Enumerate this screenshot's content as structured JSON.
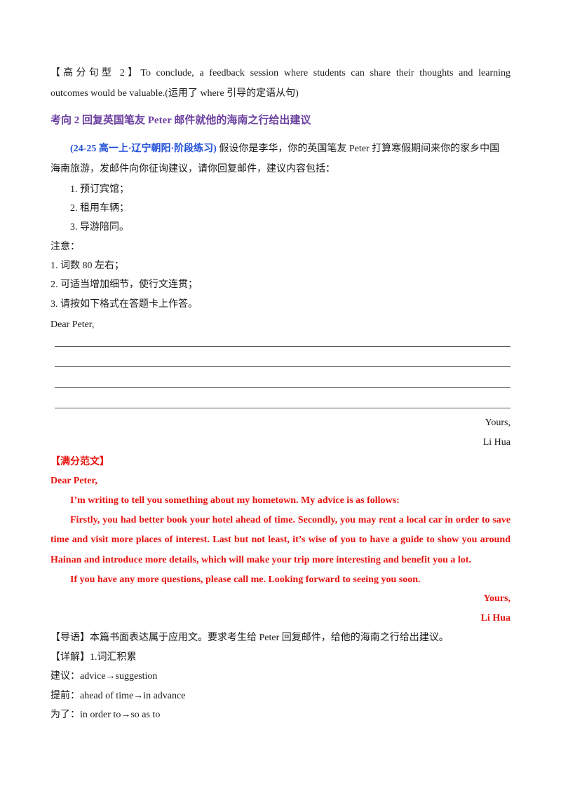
{
  "sentence_pattern": {
    "line1": "【高分句型 2】To conclude, a feedback session where students can share their thoughts and learning",
    "line2": "outcomes would be valuable.(运用了 where 引导的定语从句)"
  },
  "section_heading": "考向 2  回复英国笔友 Peter 邮件就他的海南之行给出建议",
  "task": {
    "source": "(24-25 高一上·辽宁朝阳·阶段练习)",
    "line1_rest": " 假设你是李华，你的英国笔友 Peter 打算寒假期间来你的家乡中国",
    "line2": "海南旅游，发邮件向你征询建议，请你回复邮件，建议内容包括：",
    "items": [
      "1.  预订宾馆；",
      "2.  租用车辆；",
      "3.  导游陪同。"
    ],
    "notes_label": "注意：",
    "notes": [
      "1.  词数 80 左右；",
      "2.  可适当增加细节，使行文连贯；",
      "3.  请按如下格式在答题卡上作答。"
    ],
    "salutation": "Dear Peter,",
    "closing": "Yours,",
    "signature": "Li Hua"
  },
  "model": {
    "tag": "【满分范文】",
    "salutation": "Dear Peter,",
    "p1": "I’m writing to tell you something about my hometown. My advice is as follows:",
    "p2_l1": "Firstly, you had better book your hotel ahead of time. Secondly, you may rent a local car in order to save",
    "p2_l2": "time and visit more places of interest. Last but not least, it’s wise of you to have a guide to show you around",
    "p2_l3": "Hainan and introduce more details, which will make your trip more interesting and benefit you a lot.",
    "p3": "If you have any more questions, please call me. Looking forward to seeing you soon.",
    "closing": "Yours,",
    "signature": "Li Hua"
  },
  "guide": "【导语】本篇书面表达属于应用文。要求考生给 Peter 回复邮件，给他的海南之行给出建议。",
  "detail": {
    "heading": "【详解】1.词汇积累",
    "vocab": [
      "建议：advice→suggestion",
      "提前：ahead of time→in advance",
      "为了：in order to→so as to"
    ]
  },
  "colors": {
    "heading": "#6b3fa0",
    "source": "#1f4fd8",
    "model": "#e8130f"
  }
}
